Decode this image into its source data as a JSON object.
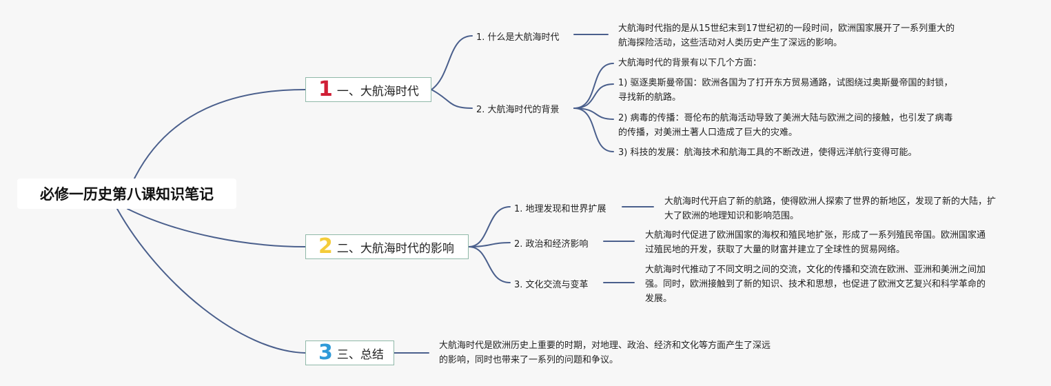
{
  "title": "必修一历史第八课知识笔记",
  "colors": {
    "line": "#4a5f8c",
    "border": "#8fb8a8",
    "num1": "#d01f36",
    "num2": "#f4cc3a",
    "num3": "#2f9ad8"
  },
  "topics": [
    {
      "num": "1",
      "label": "一、大航海时代"
    },
    {
      "num": "2",
      "label": "二、大航海时代的影响"
    },
    {
      "num": "3",
      "label": "三、总结"
    }
  ],
  "sub": {
    "t1_1": "1. 什么是大航海时代",
    "t1_2": "2. 大航海时代的背景",
    "t2_1": "1. 地理发现和世界扩展",
    "t2_2": "2. 政治和经济影响",
    "t2_3": "3. 文化交流与变革"
  },
  "leaves": {
    "t1_1": "大航海时代指的是从15世纪末到17世纪初的一段时间，欧洲国家展开了一系列重大的航海探险活动，这些活动对人类历史产生了深远的影响。",
    "t1_2_intro": "大航海时代的背景有以下几个方面：",
    "t1_2_a": "1) 驱逐奥斯曼帝国：欧洲各国为了打开东方贸易通路，试图绕过奥斯曼帝国的封锁，寻找新的航路。",
    "t1_2_b": "2) 病毒的传播：哥伦布的航海活动导致了美洲大陆与欧洲之间的接触，也引发了病毒的传播，对美洲土著人口造成了巨大的灾难。",
    "t1_2_c": "3) 科技的发展：航海技术和航海工具的不断改进，使得远洋航行变得可能。",
    "t2_1": "大航海时代开启了新的航路，使得欧洲人探索了世界的新地区，发现了新的大陆，扩大了欧洲的地理知识和影响范围。",
    "t2_2": "大航海时代促进了欧洲国家的海权和殖民地扩张，形成了一系列殖民帝国。欧洲国家通过殖民地的开发，获取了大量的财富并建立了全球性的贸易网络。",
    "t2_3": "大航海时代推动了不同文明之间的交流，文化的传播和交流在欧洲、亚洲和美洲之间加强。同时，欧洲接触到了新的知识、技术和思想，也促进了欧洲文艺复兴和科学革命的发展。",
    "t3": "大航海时代是欧洲历史上重要的时期，对地理、政治、经济和文化等方面产生了深远的影响，同时也带来了一系列的问题和争议。"
  }
}
